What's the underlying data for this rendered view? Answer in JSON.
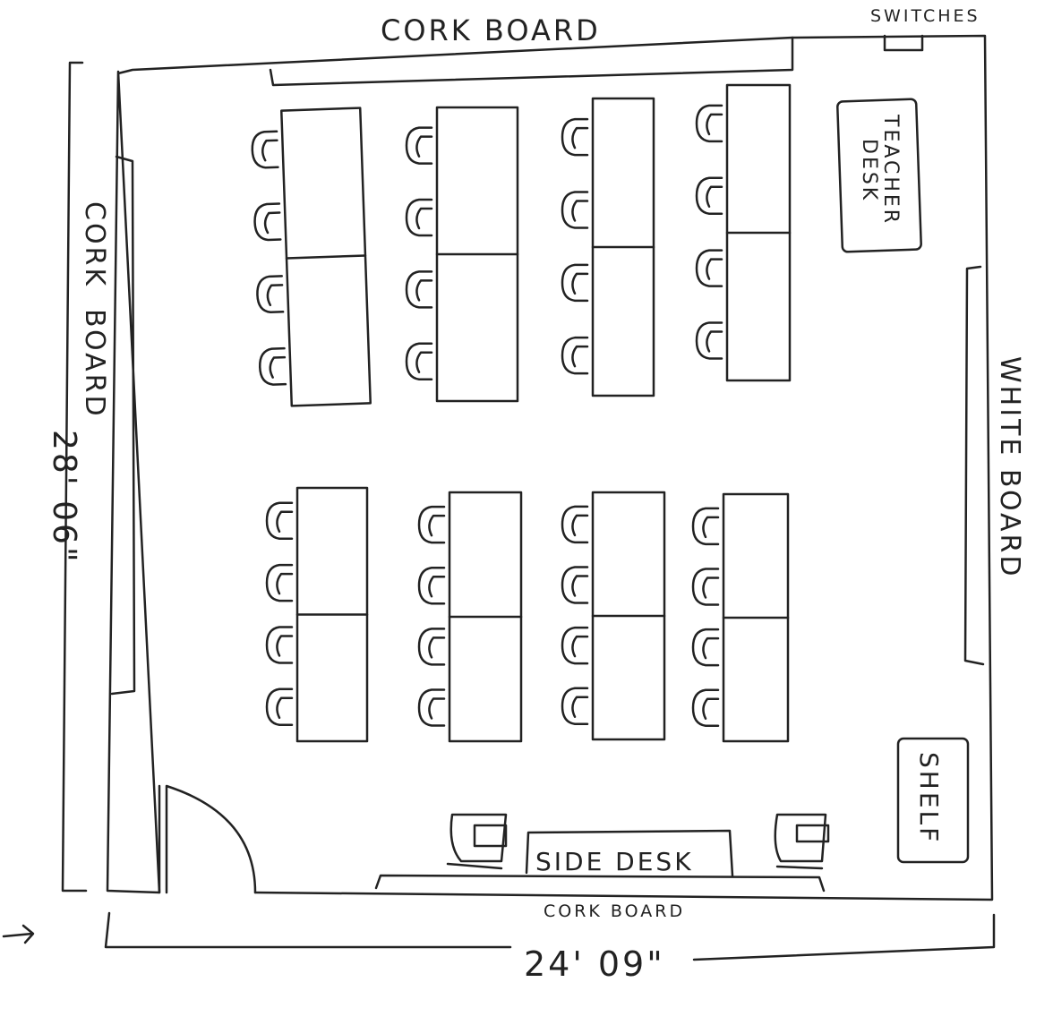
{
  "labels": {
    "cork_board_top": "CORK BOARD",
    "switches": "SWITCHES",
    "teacher_desk_line1": "TEACHER",
    "teacher_desk_line2": "DESK",
    "cork_board_left_line1": "CORK",
    "cork_board_left_line2": "BOARD",
    "white_board": "WHITE BOARD",
    "shelf": "SHELF",
    "side_desk": "SIDE DESK",
    "cork_board_bottom": "CORK BOARD",
    "height_dimension": "28' 06\"",
    "width_dimension": "24' 09\""
  },
  "colors": {
    "pencil": "#222222",
    "paper": "#ffffff"
  },
  "desk_layout": {
    "groups": 8,
    "rows": 2,
    "columns": 4,
    "tables_per_group": 2,
    "chairs_per_group": 4,
    "side_desk_chairs": 2
  }
}
